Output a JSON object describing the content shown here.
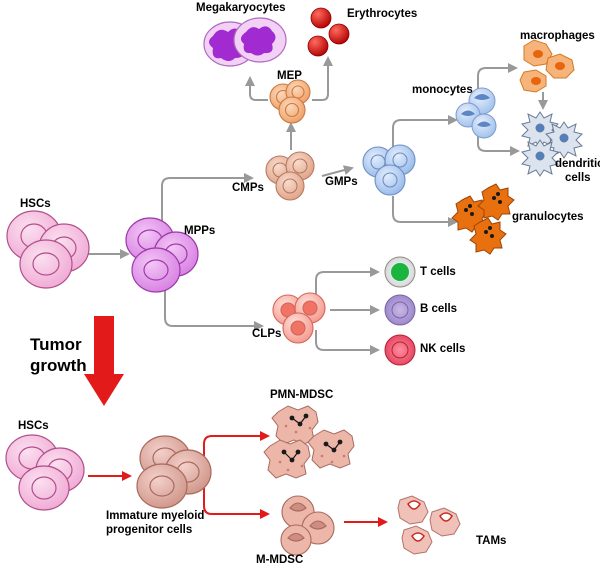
{
  "labels": {
    "megakaryocytes": "Megakaryocytes",
    "erythrocytes": "Erythrocytes",
    "mep": "MEP",
    "macrophages": "macrophages",
    "monocytes": "monocytes",
    "dendritic_line1": "dendritic",
    "dendritic_line2": "cells",
    "cmps": "CMPs",
    "gmps": "GMPs",
    "hscs_top": "HSCs",
    "mpps": "MPPs",
    "granulocytes": "granulocytes",
    "t_cells": "T cells",
    "b_cells": "B cells",
    "nk_cells": "NK cells",
    "clps": "CLPs",
    "tumor_line1": "Tumor",
    "tumor_line2": "growth",
    "hscs_bottom": "HSCs",
    "pmn_mdsc": "PMN-MDSC",
    "imp_line1": "Immature myeloid",
    "imp_line2": "progenitor cells",
    "m_mdsc": "M-MDSC",
    "tams": "TAMs"
  },
  "colors": {
    "hsc": "#f4b8dc",
    "mpp": "#e08ee8",
    "megakaryocyte": "#a12ad0",
    "erythrocyte": "#d40f0f",
    "mep": "#f5b17d",
    "cmp": "#eab59d",
    "gmp": "#a8c8f0",
    "monocyte": "#a9c4ec",
    "macrophage": "#f39a49",
    "dendritic": "#d8dfe8",
    "granulocyte": "#e9700e",
    "clp": "#f59a90",
    "t_cell": "#18b640",
    "b_cell": "#a48bcd",
    "nk_cell": "#ec5066",
    "imp": "#dca69e",
    "mdsc": "#ecb6a8",
    "tam": "#ebbcb4",
    "normal_arrow": "#999999",
    "tumor_arrow": "#e31a1a"
  }
}
